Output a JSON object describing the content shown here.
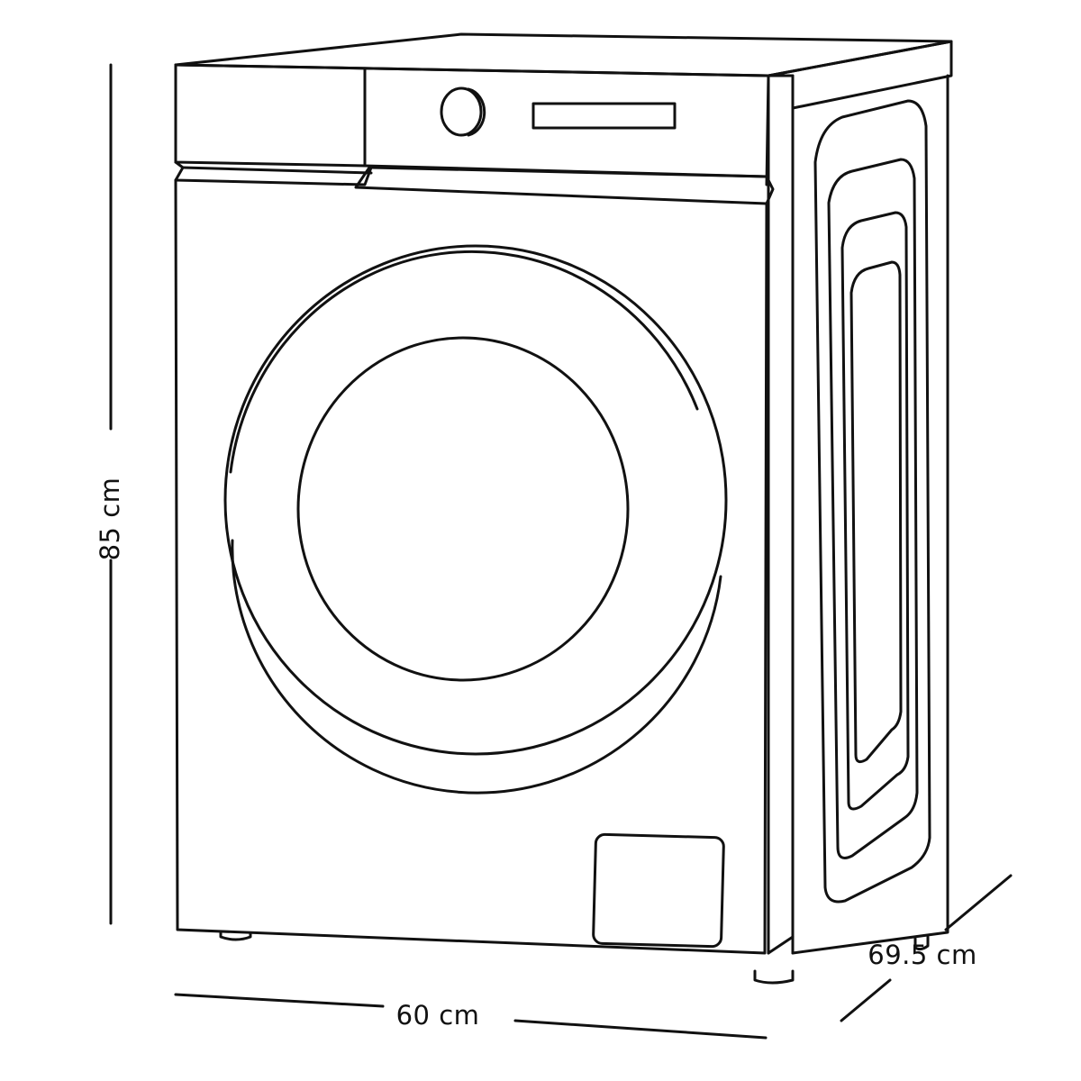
{
  "diagram": {
    "subject": "Front-loading washing machine line drawing with dimensions",
    "line_color": "#111111",
    "background_color": "#ffffff",
    "dimensions": {
      "height": {
        "value": 85,
        "unit": "cm",
        "label": "85 cm"
      },
      "width": {
        "value": 60,
        "unit": "cm",
        "label": "60 cm"
      },
      "depth": {
        "value": 69.5,
        "unit": "cm",
        "label": "69.5 cm"
      }
    },
    "parts": [
      "top-panel",
      "detergent-drawer",
      "control-knob",
      "display-panel",
      "door",
      "door-glass",
      "filter-access-panel",
      "side-panel",
      "feet"
    ]
  }
}
